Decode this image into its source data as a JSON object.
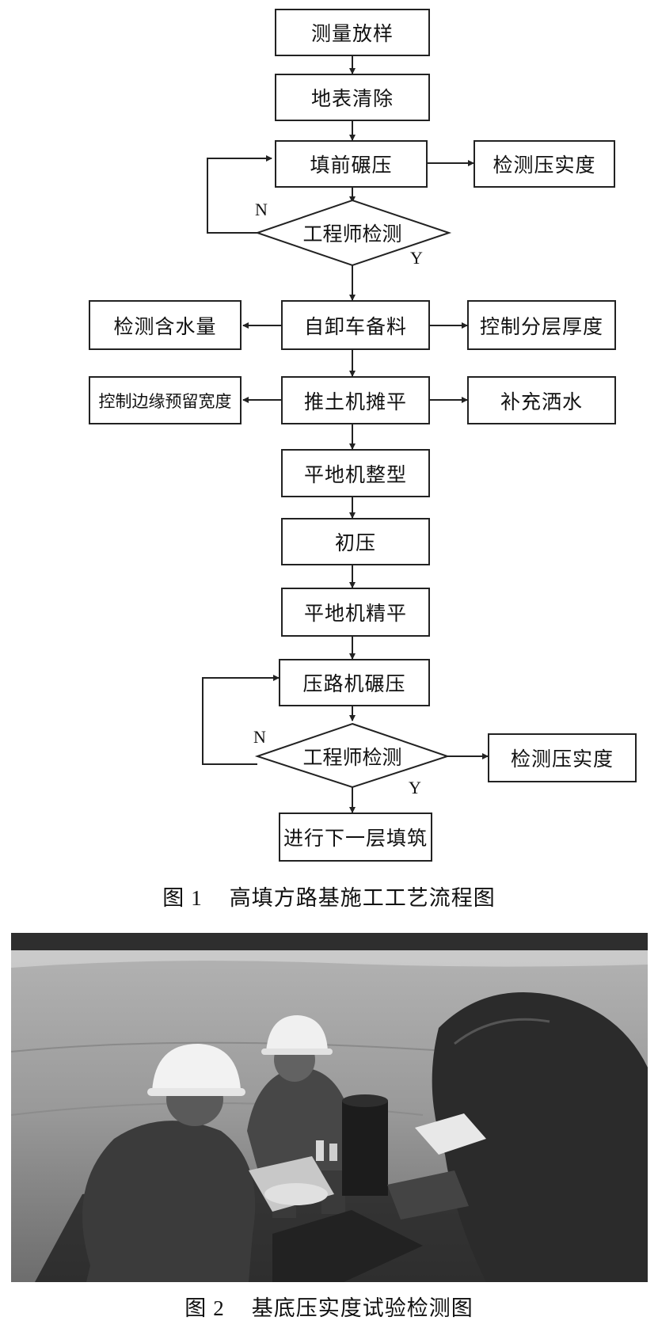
{
  "figure1": {
    "steps": {
      "survey": "测量放样",
      "clear": "地表清除",
      "precompact": "填前碾压",
      "check_density_1": "检测压实度",
      "inspect_1": "工程师检测",
      "moisture": "检测含水量",
      "truck": "自卸车备料",
      "layer_thickness": "控制分层厚度",
      "edge_width": "控制边缘预留宽度",
      "dozer": "推土机摊平",
      "water": "补充洒水",
      "grader_shape": "平地机整型",
      "initial_press": "初压",
      "grader_fine": "平地机精平",
      "roller": "压路机碾压",
      "inspect_2": "工程师检测",
      "check_density_2": "检测压实度",
      "next_layer": "进行下一层填筑"
    },
    "labels": {
      "no": "N",
      "yes": "Y"
    },
    "caption_prefix": "图",
    "caption_number": "1",
    "caption_text": "高填方路基施工工艺流程图"
  },
  "figure2": {
    "caption_prefix": "图",
    "caption_number": "2",
    "caption_text": "基底压实度试验检测图"
  }
}
